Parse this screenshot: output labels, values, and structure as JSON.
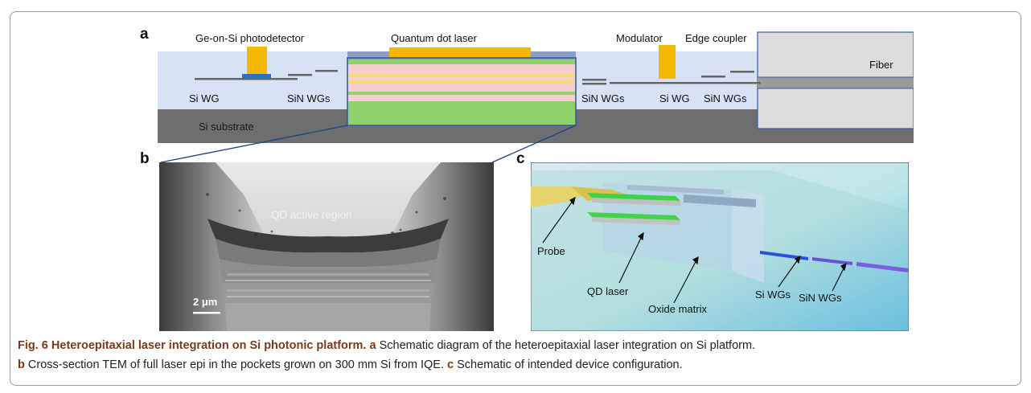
{
  "figure": {
    "panel_a": {
      "letter": "a",
      "labels": {
        "photodetector": "Ge-on-Si photodetector",
        "laser": "Quantum dot laser",
        "modulator": "Modulator",
        "edge_coupler": "Edge coupler",
        "fiber": "Fiber",
        "si_wg_left": "Si WG",
        "sin_wgs_left": "SiN WGs",
        "substrate": "Si substrate",
        "sin_wgs_mid": "SiN WGs",
        "si_wg_right": "Si WG",
        "sin_wgs_right": "SiN WGs"
      },
      "colors": {
        "cladding": "#d7e3f4",
        "substrate": "#6e6e6e",
        "metal": "#f5b800",
        "laser_green": "#8fd16a",
        "laser_pink": "#f7cfd0",
        "laser_yellow": "#f6dc7a",
        "ge": "#2e6fc7",
        "outline": "#3b5aa8"
      }
    },
    "panel_b": {
      "letter": "b",
      "region_label": "QD active region",
      "scale_bar": "2 μm"
    },
    "panel_c": {
      "letter": "c",
      "labels": {
        "probe": "Probe",
        "qd_laser": "QD laser",
        "oxide": "Oxide matrix",
        "si_wgs": "Si WGs",
        "sin_wgs": "SiN WGs"
      }
    },
    "caption": {
      "fig_no": "Fig. 6",
      "title": "Heteroepitaxial laser integration on Si photonic platform.",
      "a_letter": "a",
      "a_text": "Schematic diagram of the heteroepitaxial laser integration on Si platform.",
      "b_letter": "b",
      "b_text": "Cross-section TEM of full laser epi in the pockets grown on 300 mm Si from IQE.",
      "c_letter": "c",
      "c_text": "Schematic of intended device configuration."
    }
  }
}
